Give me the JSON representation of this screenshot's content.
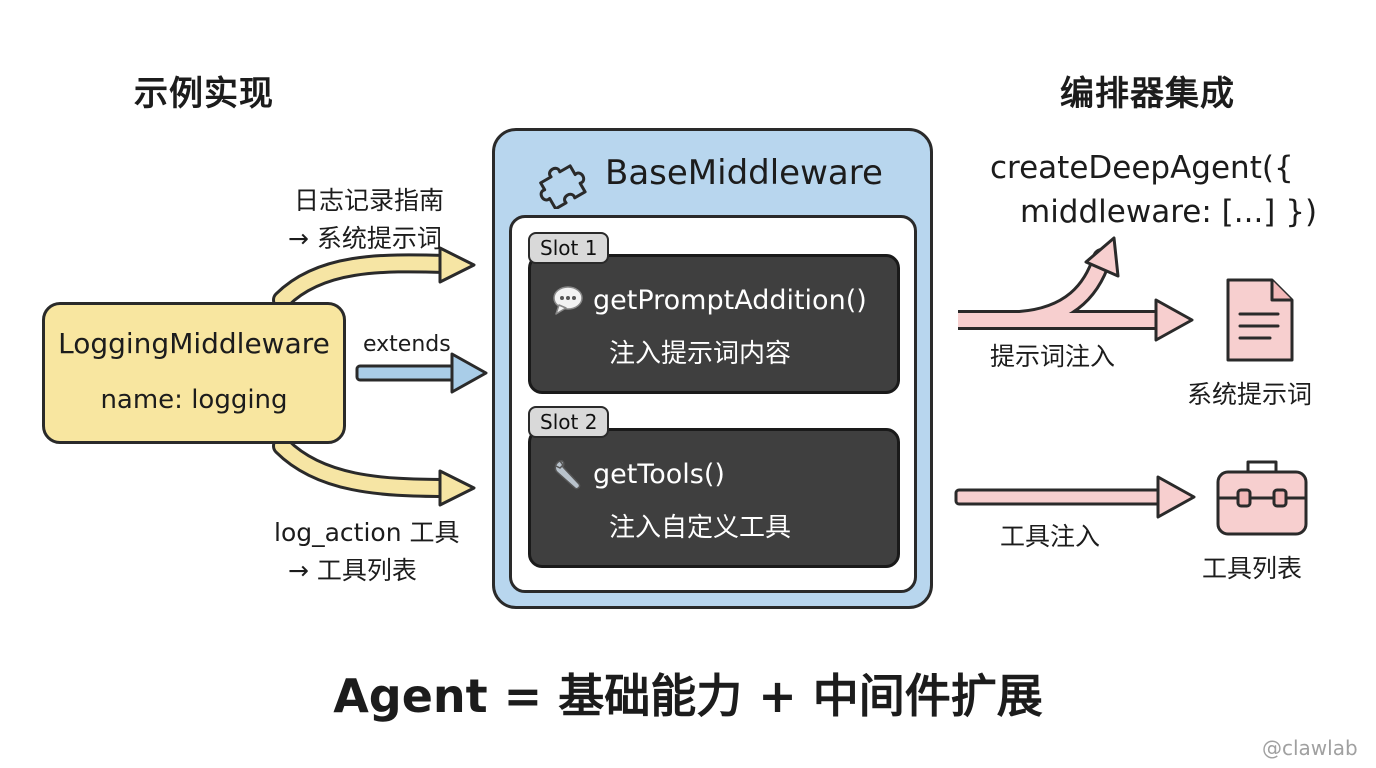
{
  "headings": {
    "left": "示例实现",
    "right": "编排器集成"
  },
  "logging_middleware": {
    "title": "LoggingMiddleware",
    "name": "name: logging"
  },
  "left_labels": {
    "top_line1": "日志记录指南",
    "top_line2": "→ 系统提示词",
    "middle": "extends",
    "bottom_line1": "log_action 工具",
    "bottom_line2": "→ 工具列表"
  },
  "base_middleware": {
    "title": "BaseMiddleware",
    "icon": "puzzle-icon",
    "slots": [
      {
        "badge": "Slot 1",
        "icon": "speech-bubble-icon",
        "method": "getPromptAddition()",
        "desc": "注入提示词内容"
      },
      {
        "badge": "Slot 2",
        "icon": "wrench-icon",
        "method": "getTools()",
        "desc": "注入自定义工具"
      }
    ]
  },
  "right": {
    "code_line1": "createDeepAgent({",
    "code_line2": "middleware: [...] })",
    "prompt_injection_label": "提示词注入",
    "system_prompt_label": "系统提示词",
    "tool_injection_label": "工具注入",
    "tool_list_label": "工具列表"
  },
  "footer": "Agent = 基础能力 + 中间件扩展",
  "watermark": "@clawlab",
  "colors": {
    "logging_fill": "#f8e6a0",
    "base_fill": "#b8d6ee",
    "slot_fill": "#3f3f3f",
    "arrow_yellow": "#f6e5a4",
    "arrow_blue": "#a9cde8",
    "arrow_pink": "#f7cfcf"
  }
}
